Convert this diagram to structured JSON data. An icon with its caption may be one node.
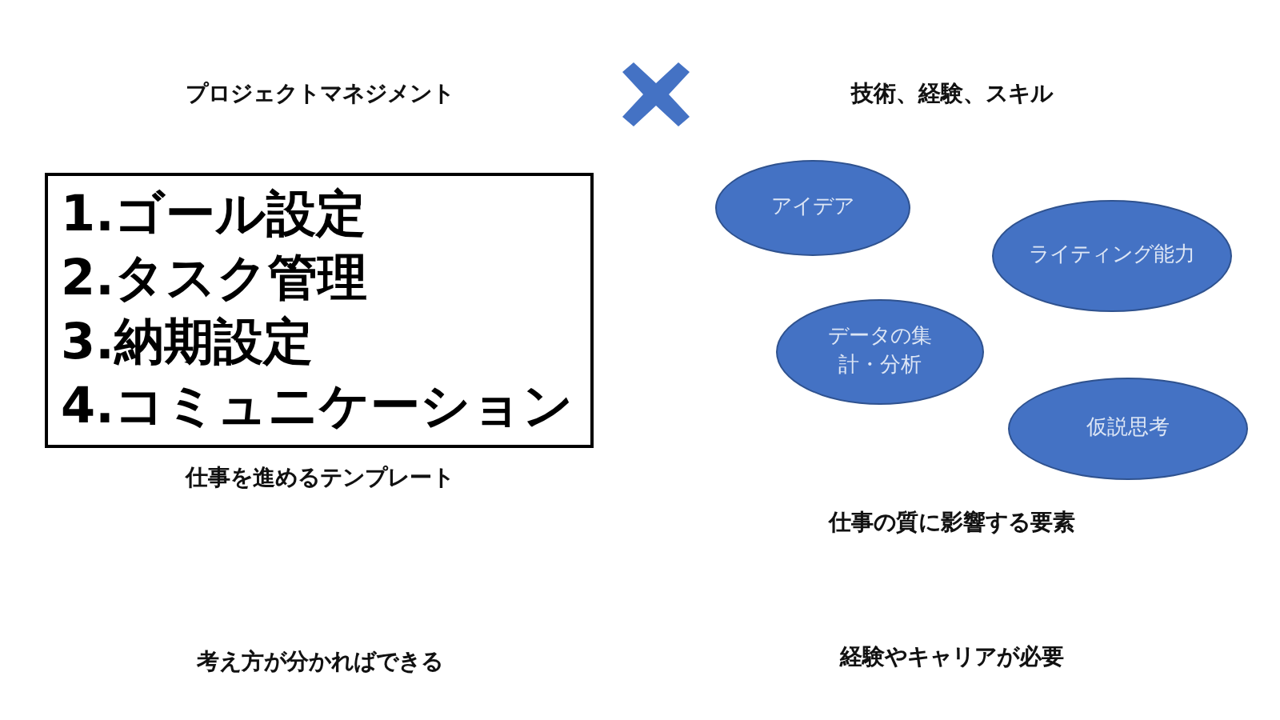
{
  "diagram": {
    "nodes": [
      {
        "text": [
          "1.ゴール設定",
          "2.タスク管理",
          "3.納期設定",
          "4.コミュニケーション"
        ]
      },
      {
        "text": [
          "アイデア"
        ]
      },
      {
        "text": [
          "ライティング能力"
        ]
      },
      {
        "text": [
          "データの集計・分析"
        ]
      },
      {
        "text": [
          "仮説思考"
        ]
      }
    ],
    "edges": [],
    "labels": [
      "プロジェクトマネジメント",
      "技術、経験、スキル",
      "仕事を進めるテンプレート",
      "仕事の質に影響する要素",
      "考え方が分かればできる",
      "経験やキャリアが必要"
    ]
  }
}
